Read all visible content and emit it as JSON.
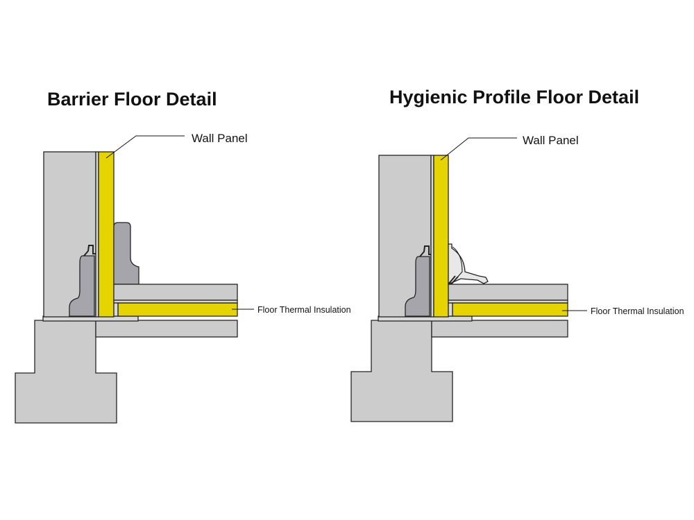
{
  "details": [
    {
      "title": "Barrier Floor Detail",
      "wall_label": "Wall Panel",
      "floor_label": "Floor Thermal Insulation"
    },
    {
      "title": "Hygienic Profile Floor Detail",
      "wall_label": "Wall Panel",
      "floor_label": "Floor Thermal Insulation"
    }
  ],
  "colors": {
    "concrete": "#cccccc",
    "insulation": "#e6d400",
    "barrier": "#a5a5ab",
    "outline": "#222222"
  }
}
